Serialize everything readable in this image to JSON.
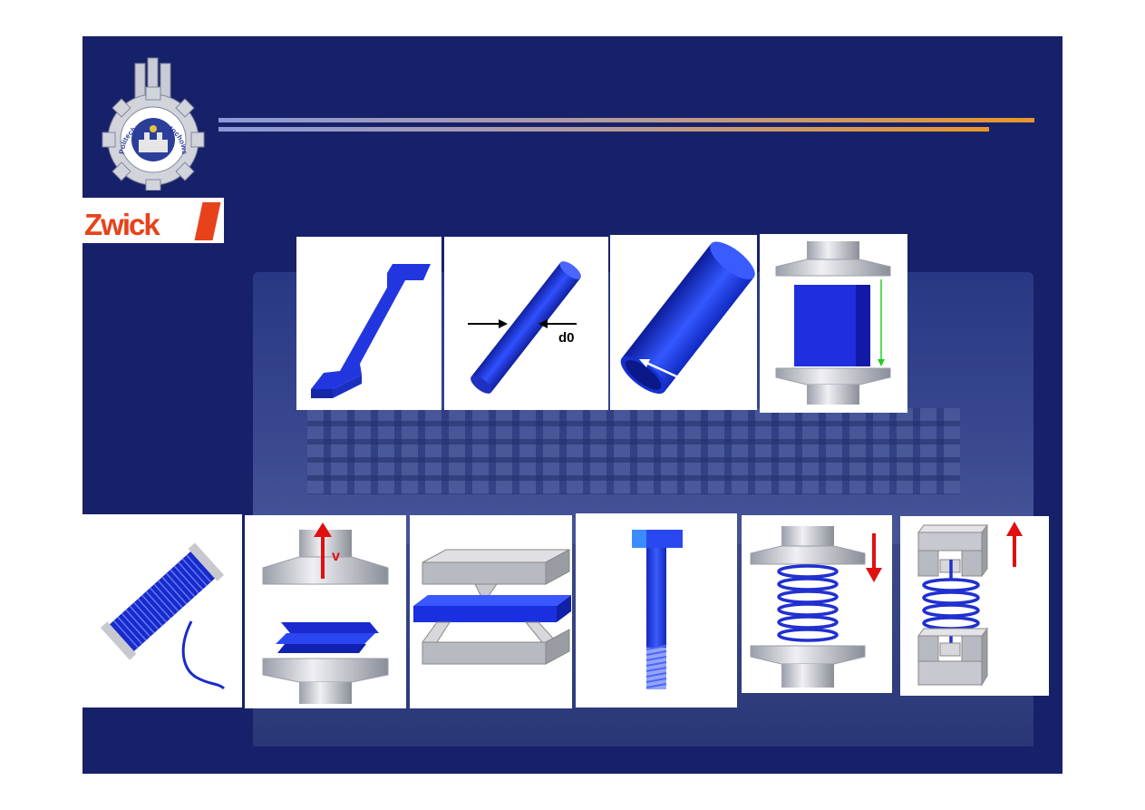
{
  "branding": {
    "university_seal_text": "Politechnika Częstochowska",
    "company_logo_text": "Zwick"
  },
  "colors": {
    "slide_background": "#17216a",
    "specimen_blue": "#1f3fe0",
    "accent_orange": "#e89a3a",
    "logo_red": "#e8421b",
    "arrow_red": "#e01010",
    "arrow_green": "#22cc22"
  },
  "specimens": {
    "wire_diameter_label": "d0",
    "velocity_label": "v"
  },
  "panels": [
    {
      "icon": "flat-dogbone-specimen-icon"
    },
    {
      "icon": "round-bar-specimen-icon"
    },
    {
      "icon": "tube-specimen-icon"
    },
    {
      "icon": "compression-block-icon"
    },
    {
      "icon": "wire-coil-icon"
    },
    {
      "icon": "peel-test-icon"
    },
    {
      "icon": "three-point-bend-icon"
    },
    {
      "icon": "bolt-icon"
    },
    {
      "icon": "spring-compression-icon"
    },
    {
      "icon": "spring-tension-icon"
    }
  ]
}
